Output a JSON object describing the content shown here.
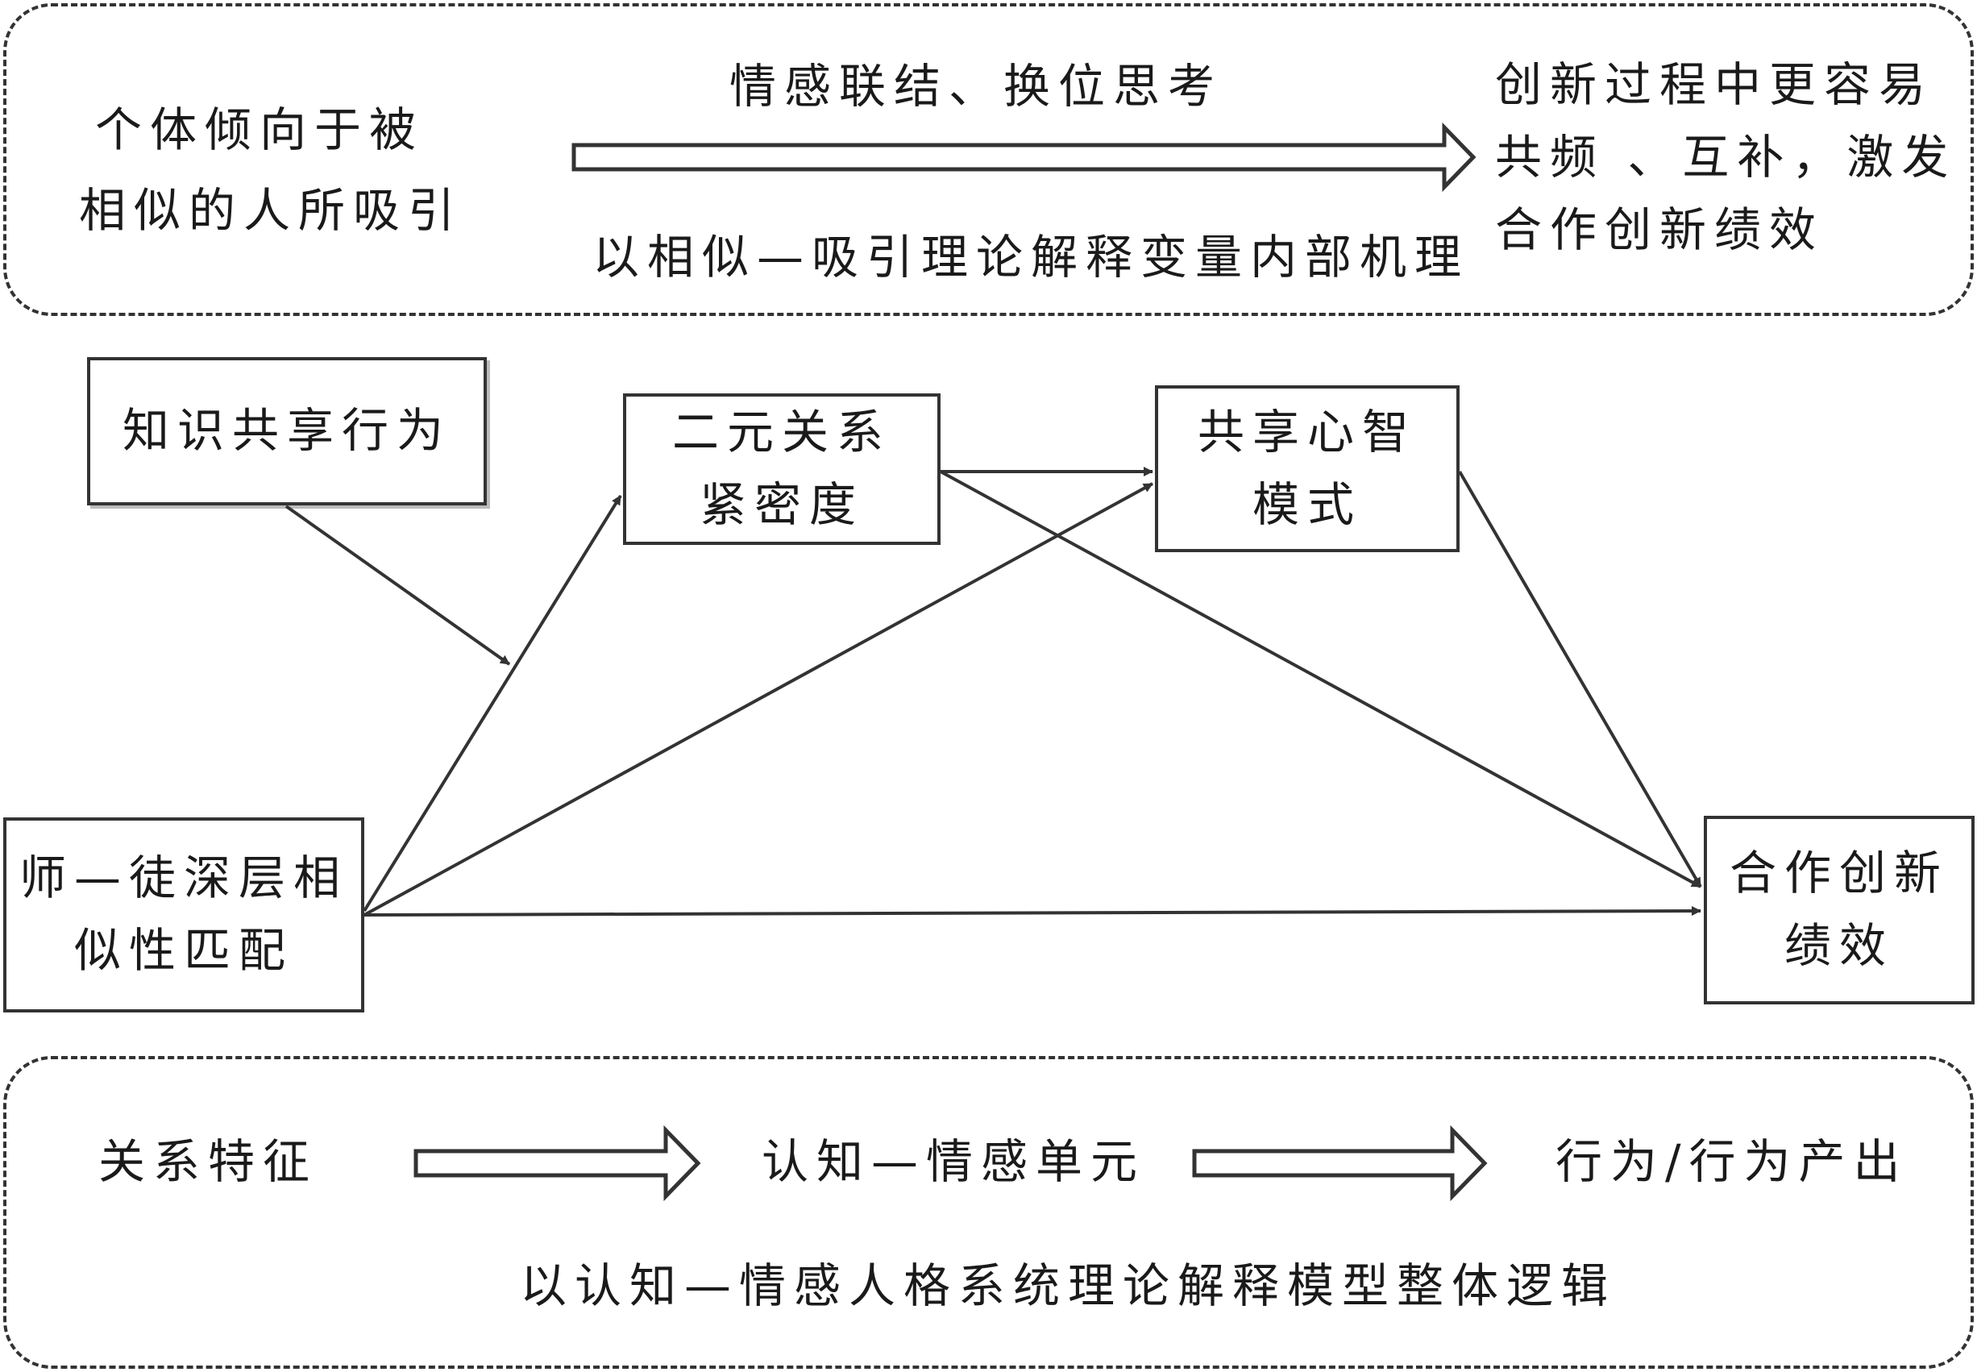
{
  "top_panel": {
    "left_line1": "个体倾向于被",
    "left_line2": "相似的人所吸引",
    "arrow_top_label": "情感联结、换位思考",
    "arrow_bottom_label": "以相似—吸引理论解释变量内部机理",
    "right_line1": "创新过程中更容易",
    "right_line2": "共频 、互补，激发",
    "right_line3": "合作创新绩效"
  },
  "nodes": {
    "knowledge_sharing": "知识共享行为",
    "dyadic_line1": "二元关系",
    "dyadic_line2": "紧密度",
    "mental_line1": "共享心智",
    "mental_line2": "模式",
    "similarity_line1": "师—徒深层相",
    "similarity_line2": "似性匹配",
    "performance_line1": "合作创新",
    "performance_line2": "绩效"
  },
  "bottom_panel": {
    "step1": "关系特征",
    "step2": "认知—情感单元",
    "step3": "行为/行为产出",
    "caption": "以认知—情感人格系统理论解释模型整体逻辑"
  }
}
